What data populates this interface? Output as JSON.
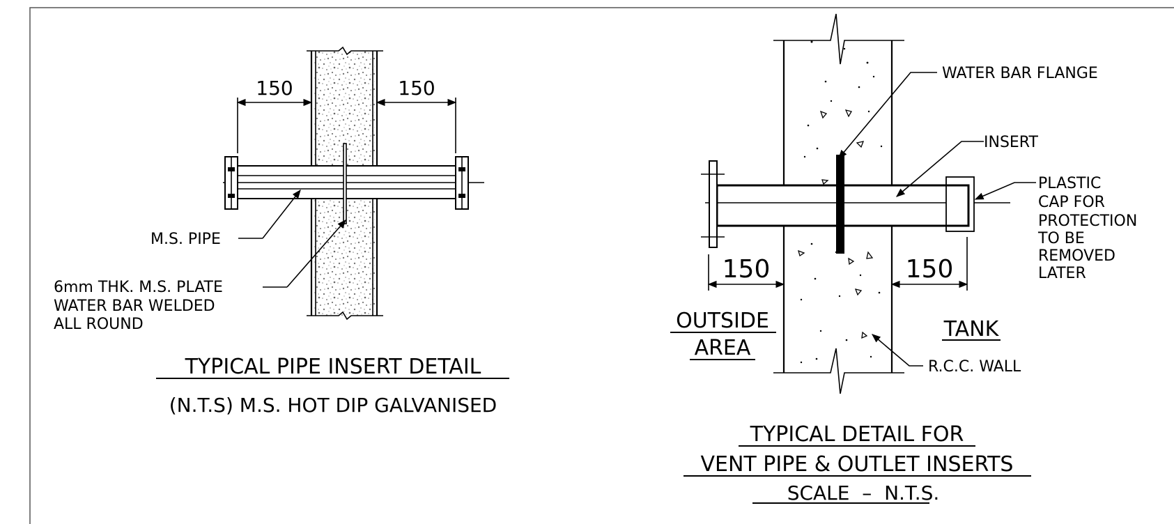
{
  "left_detail": {
    "dim_left": "150",
    "dim_right": "150",
    "label_pipe": "M.S. PIPE",
    "label_plate_1": "6mm THK. M.S. PLATE",
    "label_plate_2": "WATER BAR WELDED",
    "label_plate_3": "ALL ROUND",
    "title": "TYPICAL PIPE INSERT DETAIL",
    "subtitle": "(N.T.S) M.S. HOT DIP GALVANISED"
  },
  "right_detail": {
    "label_flange": "WATER BAR FLANGE",
    "label_insert": "INSERT",
    "label_cap_1": "PLASTIC",
    "label_cap_2": "CAP FOR",
    "label_cap_3": "PROTECTION",
    "label_cap_4": "TO BE",
    "label_cap_5": "REMOVED",
    "label_cap_6": "LATER",
    "dim_left": "150",
    "dim_right": "150",
    "label_outside_1": "OUTSIDE",
    "label_outside_2": "AREA",
    "label_tank": "TANK",
    "label_wall": "R.C.C. WALL",
    "title_1": "TYPICAL DETAIL FOR",
    "title_2": "VENT PIPE & OUTLET INSERTS",
    "scale": "SCALE  –  N.T.S."
  }
}
